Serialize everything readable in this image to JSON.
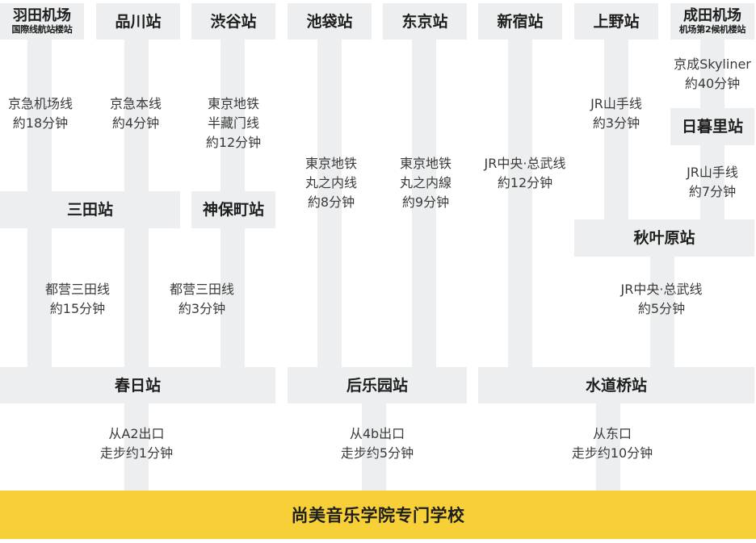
{
  "stations": {
    "haneda": {
      "name": "羽田机场",
      "sub": "国際线航站楼站"
    },
    "shinagawa": {
      "name": "品川站"
    },
    "shibuya": {
      "name": "渋谷站"
    },
    "ikebukuro": {
      "name": "池袋站"
    },
    "tokyo": {
      "name": "东京站"
    },
    "shinjuku": {
      "name": "新宿站"
    },
    "ueno": {
      "name": "上野站"
    },
    "narita": {
      "name": "成田机场",
      "sub": "机场第2候机楼站"
    },
    "mita": {
      "name": "三田站"
    },
    "jimbocho": {
      "name": "神保町站"
    },
    "nippori": {
      "name": "日暮里站"
    },
    "akihabara": {
      "name": "秋叶原站"
    },
    "kasuga": {
      "name": "春日站"
    },
    "korakuen": {
      "name": "后乐园站"
    },
    "suidobashi": {
      "name": "水道桥站"
    }
  },
  "routes": {
    "haneda_mita": [
      "京急机场线",
      "約18分钟"
    ],
    "shinagawa_mita": [
      "京急本线",
      "約4分钟"
    ],
    "shibuya_jimbocho": [
      "東京地铁",
      "半藏门线",
      "約12分钟"
    ],
    "narita_nippori": [
      "京成Skyliner",
      "約40分钟"
    ],
    "ueno_akihabara": [
      "JR山手线",
      "約3分钟"
    ],
    "nippori_akihabara": [
      "JR山手线",
      "約7分钟"
    ],
    "ikebukuro_korakuen": [
      "東京地铁",
      "丸之内线",
      "約8分钟"
    ],
    "tokyo_korakuen": [
      "東京地铁",
      "丸之内線",
      "約9分钟"
    ],
    "shinjuku_suidobashi": [
      "JR中央·总武线",
      "約12分钟"
    ],
    "mita_kasuga": [
      "都营三田线",
      "約15分钟"
    ],
    "jimbocho_kasuga": [
      "都营三田线",
      "約3分钟"
    ],
    "akihabara_suidobashi": [
      "JR中央·总武线",
      "約5分钟"
    ],
    "kasuga_walk": [
      "从A2出口",
      "走步约1分钟"
    ],
    "korakuen_walk": [
      "从4b出口",
      "走步约5分钟"
    ],
    "suidobashi_walk": [
      "从东口",
      "走步约10分钟"
    ]
  },
  "destination": "尚美音乐学院专门学校"
}
